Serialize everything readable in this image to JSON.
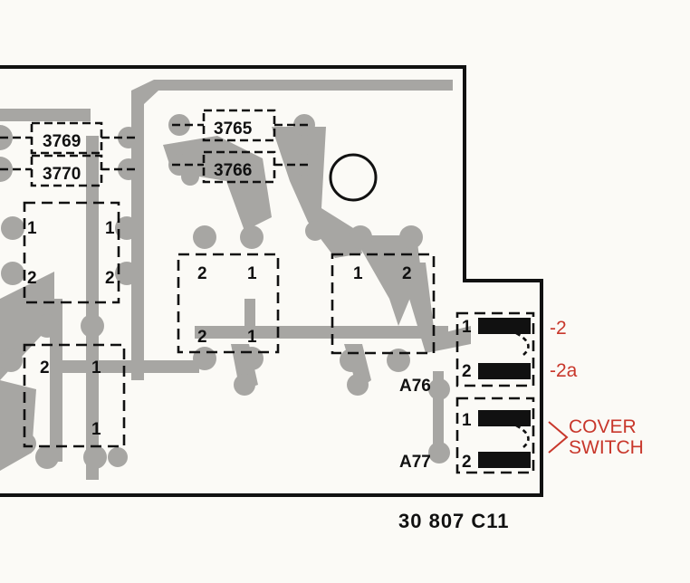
{
  "resistors": [
    {
      "id": "res-3769",
      "label": "3769"
    },
    {
      "id": "res-3770",
      "label": "3770"
    },
    {
      "id": "res-3765",
      "label": "3765"
    },
    {
      "id": "res-3766",
      "label": "3766"
    }
  ],
  "pins": {
    "one": "1",
    "two": "2"
  },
  "connectors": {
    "a76": "A76",
    "a77": "A77"
  },
  "annotations": {
    "minus2": "-2",
    "minus2a": "-2a",
    "cover": "COVER",
    "switch": "SWITCH"
  },
  "diagram_code": "30  807  C11",
  "colors": {
    "trace": "#a7a6a3",
    "outline": "#111111",
    "annotation": "#c8372b",
    "background": "#fbfaf6"
  }
}
